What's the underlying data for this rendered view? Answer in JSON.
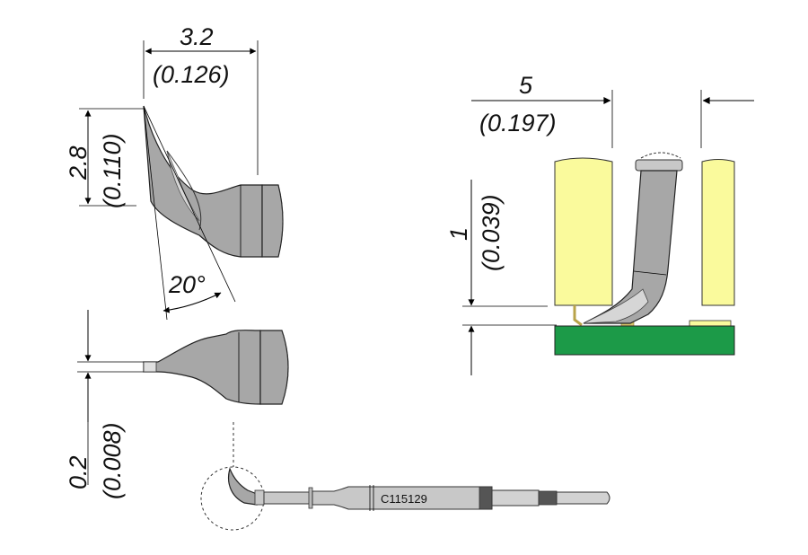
{
  "dimensions": {
    "tip_length": {
      "mm": "3.2",
      "inch": "(0.126)"
    },
    "tip_height": {
      "mm": "2.8",
      "inch": "(0.110)"
    },
    "bend_angle": "20°",
    "tip_thickness": {
      "mm": "0.2",
      "inch": "(0.008)"
    },
    "reach": {
      "mm": "5",
      "inch": "(0.197)"
    },
    "clearance": {
      "mm": "1",
      "inch": "(0.039)"
    }
  },
  "part_number": "C115129",
  "colors": {
    "tip_grey": "#a7a7a7",
    "tip_highlight": "#d6d6d6",
    "component_yellow": "#fafa9c",
    "pcb_green": "#1c9a48",
    "pad_gold": "#d8c46a"
  }
}
